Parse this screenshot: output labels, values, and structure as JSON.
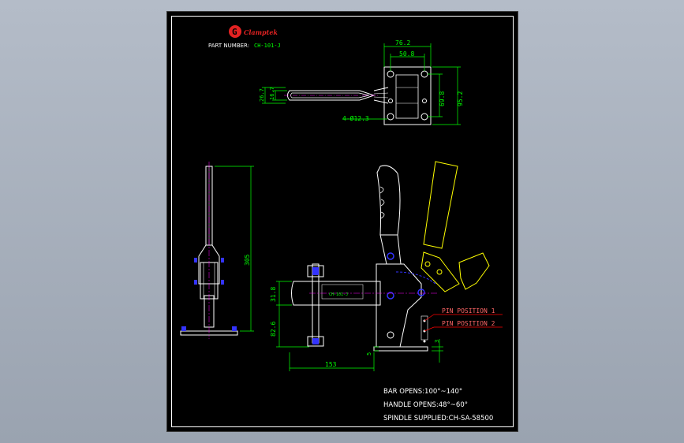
{
  "brand": {
    "name": "Clamptek",
    "logo_letter": "G",
    "color": "#e32222"
  },
  "part": {
    "label": "PART NUMBER:",
    "number": "CH-101-J",
    "body_tag": "CH-101-J"
  },
  "dims_top": {
    "d762": "76.2",
    "d508": "50.8",
    "d698": "69.8",
    "d952": "95.2",
    "d267": "26.7",
    "d167": "16.7",
    "hole": "4-Ø12.3"
  },
  "dims_side": {
    "d305": "305",
    "d318": "31.8",
    "d826": "82.6",
    "d153": "153",
    "d5": "5",
    "d3": "3"
  },
  "pins": {
    "pin1": "PIN POSITION 1",
    "pin2": "PIN POSITION 2"
  },
  "notes": {
    "bar": "BAR OPENS:100°~140°",
    "handle": "HANDLE OPENS:48°~60°",
    "spindle": "SPINDLE SUPPLIED:CH-SA-58500"
  },
  "colors": {
    "line": "#ffffff",
    "dim": "#00ff00",
    "hidden": "#3333ff",
    "alt": "#ffff00",
    "center": "#ff00ff",
    "leader": "#ff0000"
  }
}
